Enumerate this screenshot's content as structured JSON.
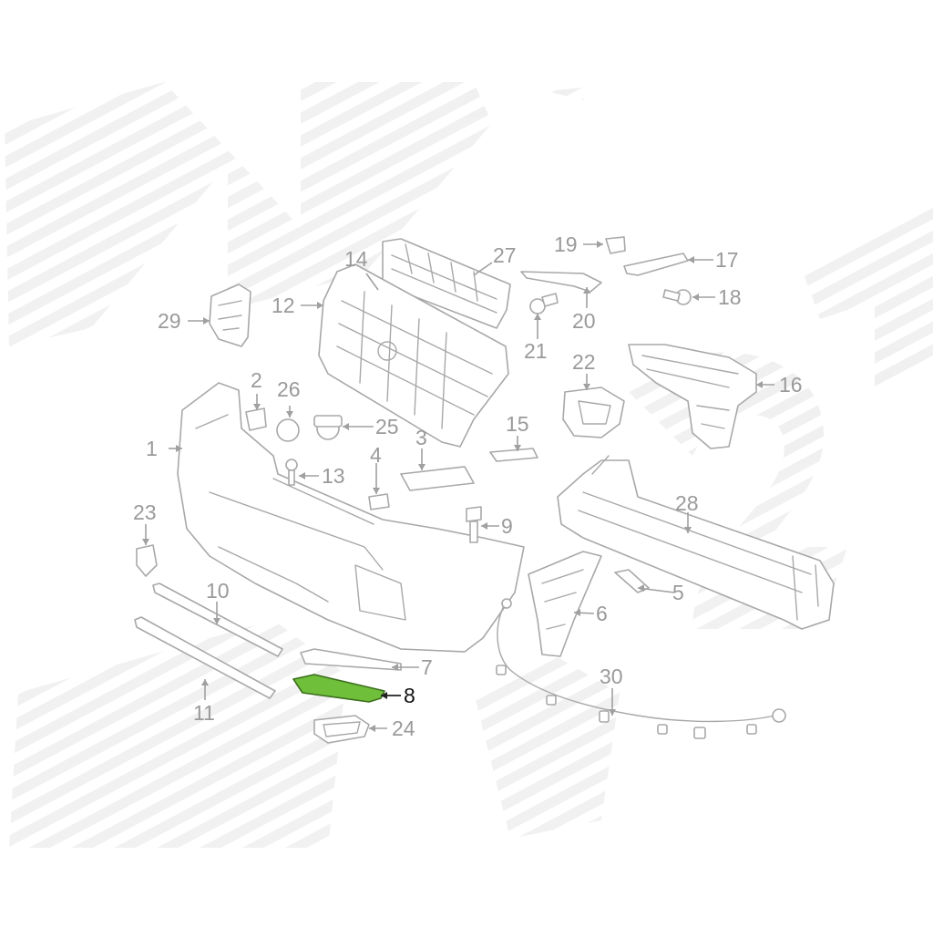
{
  "diagram": {
    "type": "exploded-parts-diagram",
    "highlight_color": "#6fbf3a",
    "line_color": "#a8a8a8",
    "highlighted_part": "8",
    "parts": [
      {
        "id": "p1",
        "label": "1"
      },
      {
        "id": "p2",
        "label": "2"
      },
      {
        "id": "p3",
        "label": "3"
      },
      {
        "id": "p4",
        "label": "4"
      },
      {
        "id": "p5",
        "label": "5"
      },
      {
        "id": "p6",
        "label": "6"
      },
      {
        "id": "p7",
        "label": "7"
      },
      {
        "id": "p8",
        "label": "8"
      },
      {
        "id": "p9",
        "label": "9"
      },
      {
        "id": "p10",
        "label": "10"
      },
      {
        "id": "p11",
        "label": "11"
      },
      {
        "id": "p12",
        "label": "12"
      },
      {
        "id": "p13",
        "label": "13"
      },
      {
        "id": "p14",
        "label": "14"
      },
      {
        "id": "p15",
        "label": "15"
      },
      {
        "id": "p16",
        "label": "16"
      },
      {
        "id": "p17",
        "label": "17"
      },
      {
        "id": "p18",
        "label": "18"
      },
      {
        "id": "p19",
        "label": "19"
      },
      {
        "id": "p20",
        "label": "20"
      },
      {
        "id": "p21",
        "label": "21"
      },
      {
        "id": "p22",
        "label": "22"
      },
      {
        "id": "p23",
        "label": "23"
      },
      {
        "id": "p24",
        "label": "24"
      },
      {
        "id": "p25",
        "label": "25"
      },
      {
        "id": "p26",
        "label": "26"
      },
      {
        "id": "p27",
        "label": "27"
      },
      {
        "id": "p28",
        "label": "28"
      },
      {
        "id": "p29",
        "label": "29"
      },
      {
        "id": "p30",
        "label": "30"
      }
    ]
  }
}
